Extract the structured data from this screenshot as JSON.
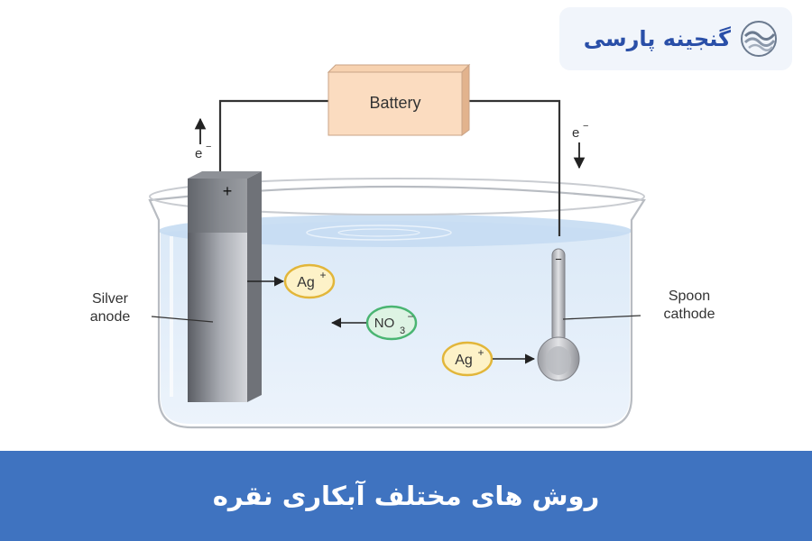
{
  "brand": {
    "name": "گنجینه پارسی",
    "logo_icon": "wave-logo-icon",
    "color": "#2a4fa8"
  },
  "diagram": {
    "battery_label": "Battery",
    "anode_terminal": "+",
    "cathode_terminal": "−",
    "electron_left": "e",
    "electron_right": "e",
    "electron_charge": "−",
    "anode_label_line1": "Silver",
    "anode_label_line2": "anode",
    "cathode_label_line1": "Spoon",
    "cathode_label_line2": "cathode",
    "ion_ag_top": "Ag",
    "ion_ag_top_charge": "+",
    "ion_ag_bottom": "Ag",
    "ion_ag_bottom_charge": "+",
    "ion_no3": "NO",
    "ion_no3_sub": "3",
    "ion_no3_charge": "−"
  },
  "footer": {
    "title": "روش های مختلف آبکاری نقره",
    "color": "#3f73c0"
  }
}
